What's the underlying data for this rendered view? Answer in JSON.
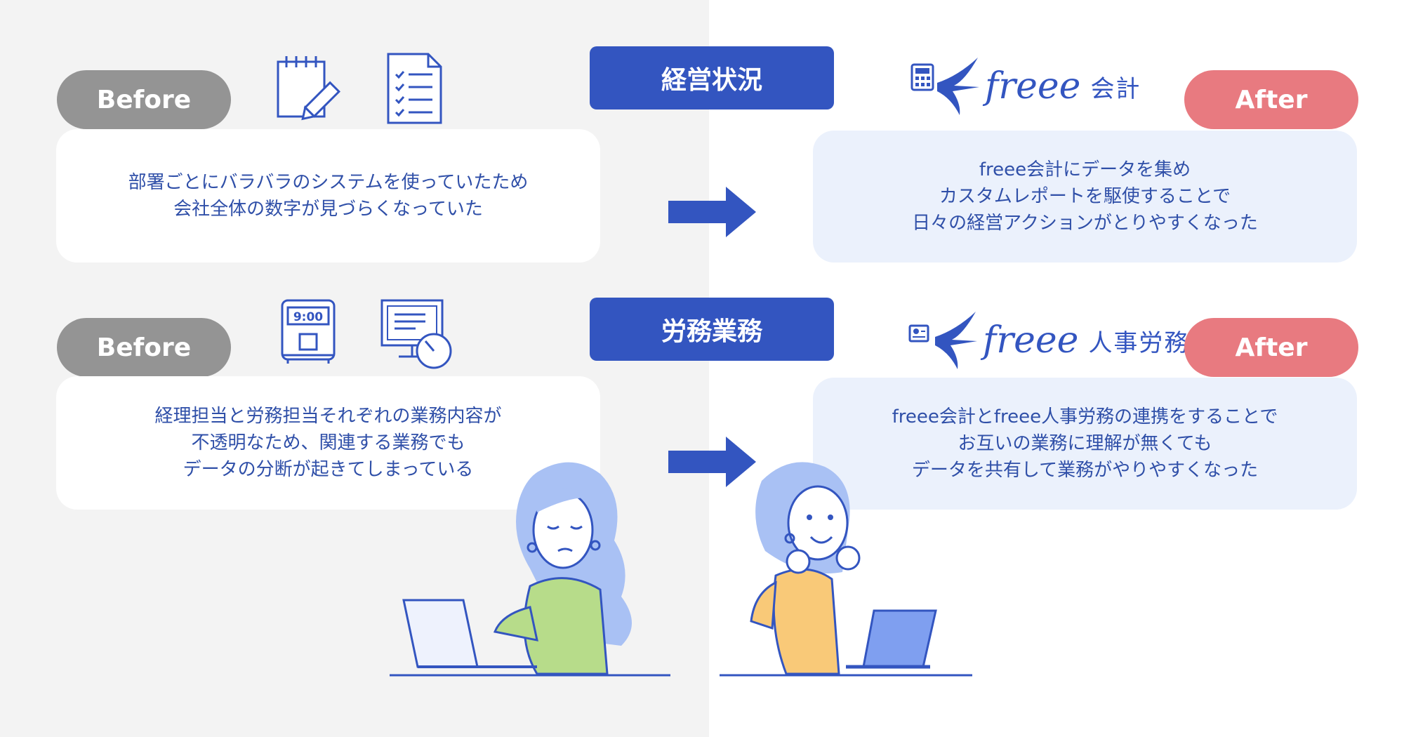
{
  "colors": {
    "accent_blue": "#3355c0",
    "before_gray": "#949494",
    "after_pink": "#e87a80",
    "text_blue": "#2f4fa8",
    "card_right_bg": "#ebf1fc",
    "left_bg": "#f3f3f3"
  },
  "rows": [
    {
      "category": "経営状況",
      "before_label": "Before",
      "after_label": "After",
      "before_icons": [
        "notepad-pencil-icon",
        "checklist-document-icon"
      ],
      "before_text": "部署ごとにバラバラのシステムを使っていたため\n会社全体の数字が見づらくなっていた",
      "after_logo": {
        "icon": "calculator-swallow-icon",
        "brand": "freee",
        "product": "会計"
      },
      "after_text": "freee会計にデータを集め\nカスタムレポートを駆使することで\n日々の経営アクションがとりやすくなった"
    },
    {
      "category": "労務業務",
      "before_label": "Before",
      "after_label": "After",
      "before_icons": [
        "time-clock-icon",
        "monitor-stopwatch-icon"
      ],
      "time_clock_display": "9:00",
      "before_text": "経理担当と労務担当それぞれの業務内容が\n不透明なため、関連する業務でも\nデータの分断が起きてしまっている",
      "after_logo": {
        "icon": "id-card-swallow-icon",
        "brand": "freee",
        "product": "人事労務"
      },
      "after_text": "freee会計とfreee人事労務の連携をすることで\nお互いの業務に理解が無くても\nデータを共有して業務がやりやすくなった"
    }
  ]
}
